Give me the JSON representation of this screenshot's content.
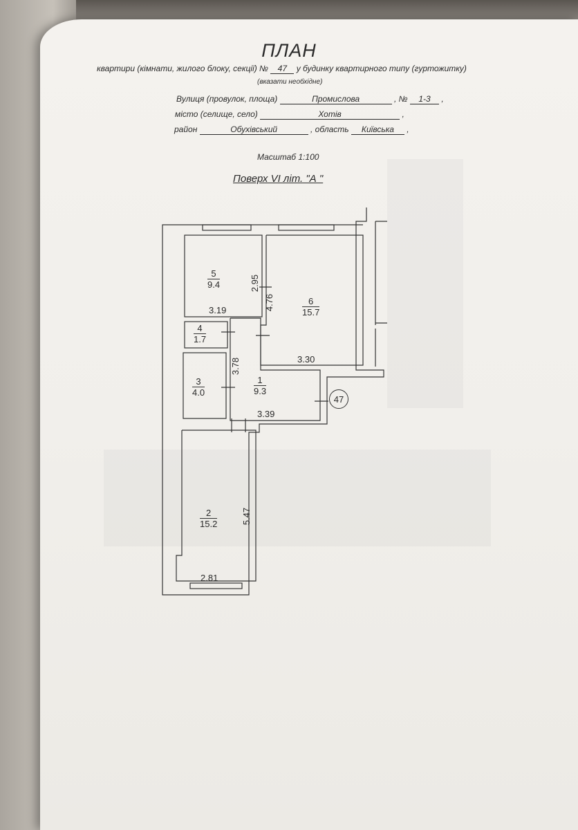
{
  "header": {
    "title": "ПЛАН",
    "line1_prefix": "квартири (кімнати, жилого блоку, секції) №",
    "apartment_number": "47",
    "line1_suffix": "у будинку квартирного типу (гуртожитку)",
    "note": "(вказати необхідне)",
    "street_label": "Вулиця (провулок, площа)",
    "street_value": "Промислова",
    "number_label": "№",
    "number_value": "1-3",
    "city_label": "місто (селище, село)",
    "city_value": "Хотів",
    "district_label": "район",
    "district_value": "Обухівський",
    "region_label": "область",
    "region_value": "Київська",
    "scale": "Масштаб 1:100",
    "floor": "Поверх   VI літ.  \"А \""
  },
  "rooms": [
    {
      "number": "5",
      "area": "9.4"
    },
    {
      "number": "6",
      "area": "15.7"
    },
    {
      "number": "4",
      "area": "1.7"
    },
    {
      "number": "3",
      "area": "4.0"
    },
    {
      "number": "1",
      "area": "9.3"
    },
    {
      "number": "2",
      "area": "15.2"
    }
  ],
  "dimensions": {
    "d_319": "3.19",
    "d_295": "2.95",
    "d_476": "4.76",
    "d_330": "3.30",
    "d_378": "3.78",
    "d_339": "3.39",
    "d_547": "5.47",
    "d_281": "2.81"
  },
  "apartment_marker": "47"
}
